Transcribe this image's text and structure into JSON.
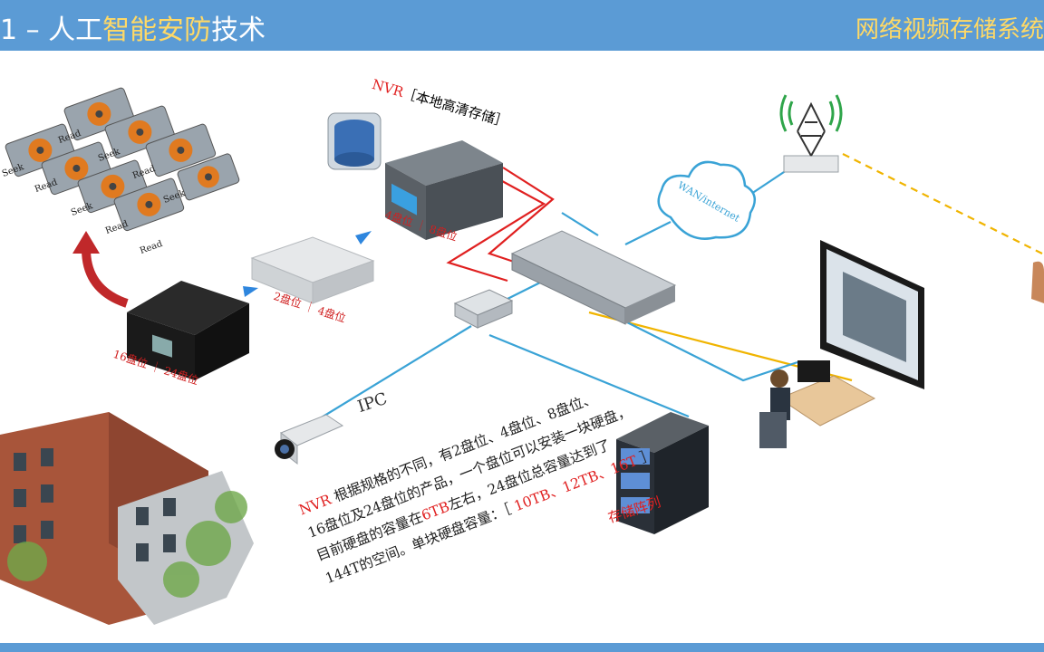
{
  "header": {
    "title_prefix": "1 – 人工",
    "title_hl1": "智能",
    "title_mid": "安防",
    "title_suffix": "技术",
    "right": "网络视频存储系统"
  },
  "diagram": {
    "nvr_caption_nvr": "NVR",
    "nvr_caption_rest": "［本地高清存储］",
    "bay_4_8": "4盘位 ｜ 8盘位",
    "bay_2_4": "2盘位 ｜ 4盘位",
    "bay_16_24": "16盘位 ｜ 24盘位",
    "wan": "WAN/internet",
    "ipc": "IPC",
    "storage_array": "存储阵列",
    "hdd_labels": [
      "Seek",
      "Read",
      "Read",
      "Seek",
      "Read",
      "Seek",
      "Read",
      "Seek",
      "Read"
    ]
  },
  "paragraph": {
    "l1_nvr": "NVR",
    "l1_rest": " 根据规格的不同，有2盘位、4盘位、8盘位、",
    "l2": "16盘位及24盘位的产品，一个盘位可以安装一块硬盘，",
    "l3_a": "目前硬盘的容量在",
    "l3_b": "6TB",
    "l3_c": "左右，24盘位总容量达到了",
    "l4_a": "144T的空间。单块硬盘容量：［ ",
    "l4_b": "10TB、12TB、16T",
    "l4_c": " ］"
  },
  "colors": {
    "accent": "#5b9bd5",
    "title_highlight": "#ffd966",
    "red_text": "#e02020"
  }
}
